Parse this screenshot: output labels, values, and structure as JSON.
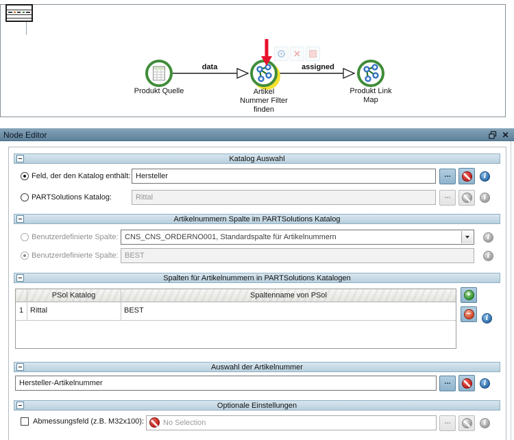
{
  "colors": {
    "node_ring_green": "#3f8c39",
    "selection_yellow": "#f2e030",
    "molecule_blue": "#3070c0",
    "edge_black": "#1c1c1c",
    "annotation_arrow_red": "#e8112d",
    "section_header_blue": "#bfd5e3",
    "titlebar_blue": "#6d8fa8",
    "button_steel_blue": "#9abdd4",
    "info_blue": "#2a68a6",
    "prohibit_red": "#bf1e19",
    "plus_green": "#2e8f2a",
    "minus_red": "#d03f20"
  },
  "flow": {
    "nodes": [
      {
        "id": "produkt-quelle",
        "icon": "table-source-icon",
        "lines": [
          "Produkt Quelle"
        ]
      },
      {
        "id": "artikel-nummer-filter",
        "icon": "molecule-icon",
        "selected": true,
        "lines": [
          "Artikel",
          "Nummer Filter",
          "finden"
        ]
      },
      {
        "id": "produkt-link-map",
        "icon": "molecule-icon",
        "lines": [
          "Produkt Link",
          "Map"
        ]
      }
    ],
    "edge_labels": [
      "data",
      "assigned"
    ],
    "ghost_toolbar_icons": [
      "run-icon",
      "cancel-icon",
      "stop-icon"
    ]
  },
  "panel": {
    "title": "Node Editor",
    "browse_label": "...",
    "sections": {
      "katalog": {
        "title": "Katalog Auswahl",
        "rows": [
          {
            "label": "Feld, der den Katalog enthält:",
            "value": "Hersteller",
            "selected": true,
            "enabled": true
          },
          {
            "label": "PARTSolutions Katalog:",
            "value": "Rittal",
            "selected": false,
            "enabled": false
          }
        ]
      },
      "spalte": {
        "title": "Artikelnummern Spalte im PARTSolutions Katalog",
        "rows": [
          {
            "label": "Benutzerdefinierte Spalte:",
            "value": "CNS_CNS_ORDERNO001, Standardspalte für Artikelnummern",
            "selected": false
          },
          {
            "label": "Benutzerdefinierte Spalte:",
            "value": "BEST",
            "selected": true
          }
        ]
      },
      "spalten_tabelle": {
        "title": "Spalten für Artikelnummern in PARTSolutions Katalogen",
        "table": {
          "columns": [
            "PSol Katalog",
            "Spaltenname von PSol"
          ],
          "rows": [
            {
              "num": "1",
              "katalog": "Rittal",
              "spalte": "BEST"
            }
          ]
        }
      },
      "auswahl": {
        "title": "Auswahl der Artikelnummer",
        "value": "Hersteller-Artikelnummer"
      },
      "optional": {
        "title": "Optionale Einstellungen",
        "checkbox_label": "Abmessungsfeld (z.B. M32x100):",
        "checked": false,
        "value": "No Selection"
      }
    }
  }
}
